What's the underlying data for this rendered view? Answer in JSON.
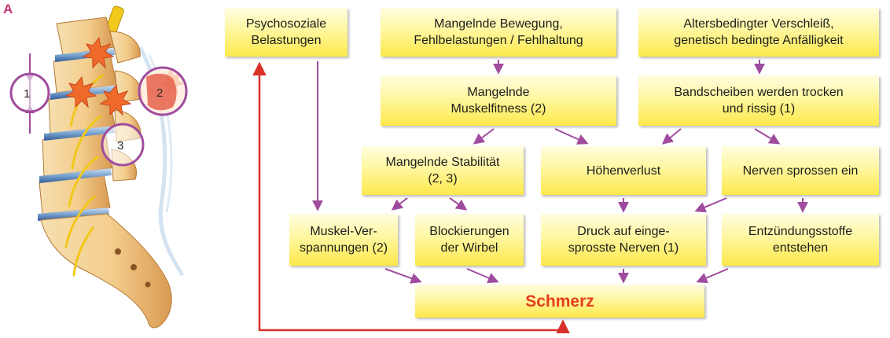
{
  "panel_label": "A",
  "illustration": {
    "markers": [
      "1",
      "2",
      "3"
    ]
  },
  "boxes": {
    "psychosocial": "Psychosoziale\nBelastungen",
    "movement": "Mangelnde Bewegung,\nFehlbelastungen / Fehlhaltung",
    "aging": "Altersbedingter Verschleiß,\ngenetisch bedingte Anfälligkeit",
    "muscle_fitness": "Mangelnde\nMuskelfitness (2)",
    "discs_dry": "Bandscheiben werden trocken\nund rissig (1)",
    "stability": "Mangelnde Stabilität\n(2, 3)",
    "height_loss": "Höhenverlust",
    "nerves_sprout": "Nerven sprossen ein",
    "muscle_tension": "Muskel-Ver-\nspannungen (2)",
    "blockages": "Blockierungen\nder Wirbel",
    "pressure": "Druck auf einge-\nsprosste Nerven (1)",
    "inflammation": "Entzündungsstoffe\nentstehen",
    "pain": "Schmerz"
  },
  "colors": {
    "arrow": "#a04c9e",
    "feedback_arrow": "#d9312a",
    "result_text": "#e63c1e",
    "box_top": "#fffde0",
    "box_bottom": "#fde84a",
    "marker_ring": "#a04c9e"
  }
}
